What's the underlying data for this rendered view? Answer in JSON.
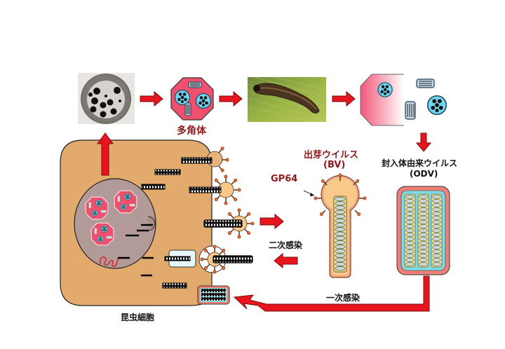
{
  "labels": {
    "polyhedra": "多角体",
    "bv_title": "出芽ウイルス",
    "bv_abbr": "(BV)",
    "gp64": "GP64",
    "odv_title": "封入体由来ウイルス",
    "odv_abbr": "(ODV)",
    "secondary_infection": "二次感染",
    "primary_infection": "一次感染",
    "insect_cell": "昆虫細胞"
  },
  "colors": {
    "arrow": "#e8141e",
    "arrow_edge": "#7a0a0a",
    "polyhedron": "#f0506e",
    "cell": "#e2aa6c",
    "nucleus": "#b29a98",
    "virion_blue": "#6fd3f0",
    "bv_envelope": "#f9c98a",
    "bv_spike": "#f06a2a",
    "odv_outer": "#f07f78",
    "odv_inner": "#7fdbe0",
    "label_red": "#8b1a1a"
  },
  "images": {
    "em_photo": "electron-micrograph-of-polyhedron",
    "larva_photo": "caterpillar-on-leaf"
  }
}
